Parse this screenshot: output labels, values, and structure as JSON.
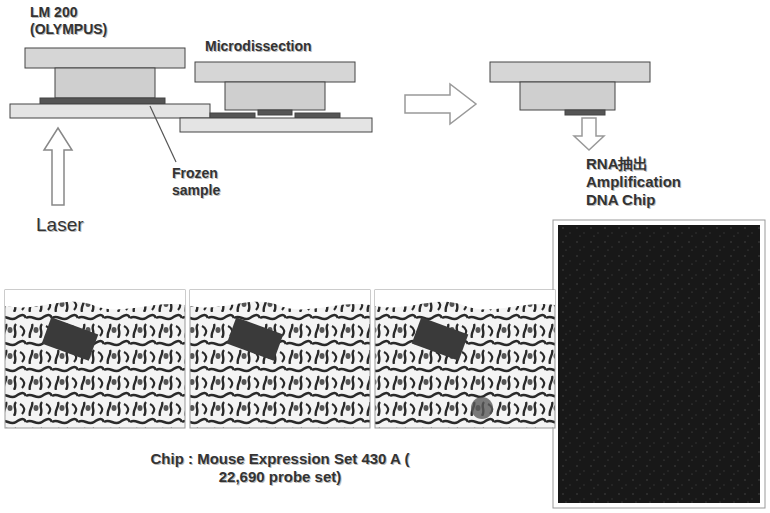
{
  "diagram": {
    "caption": "Chip : Mouse Expression Set 430 A ( 22,690 probe set)",
    "labels": [
      "LM 200 (OLYMPUS)",
      "Microdissection",
      "Frozen sample",
      "Laser",
      "RNA抽出 Amplification DNA Chip"
    ]
  }
}
